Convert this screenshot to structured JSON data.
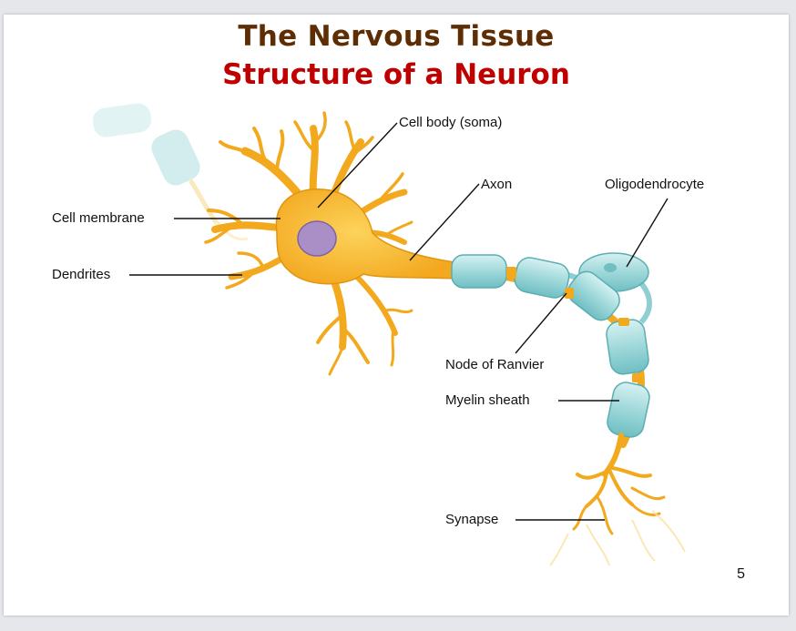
{
  "slide": {
    "title": "The Nervous Tissue",
    "subtitle": "Structure of a Neuron",
    "page_number": "5"
  },
  "diagram": {
    "labels": {
      "cell_body": "Cell body (soma)",
      "axon": "Axon",
      "oligodendrocyte": "Oligodendrocyte",
      "cell_membrane": "Cell membrane",
      "dendrites": "Dendrites",
      "node_of_ranvier": "Node of Ranvier",
      "myelin_sheath": "Myelin sheath",
      "synapse": "Synapse"
    },
    "colors": {
      "neuron_fill": "#f8b92e",
      "neuron_stroke": "#d98d0e",
      "nucleus": "#a98fc6",
      "myelin": "#9fd8da",
      "myelin_stroke": "#5aaeb2"
    }
  }
}
